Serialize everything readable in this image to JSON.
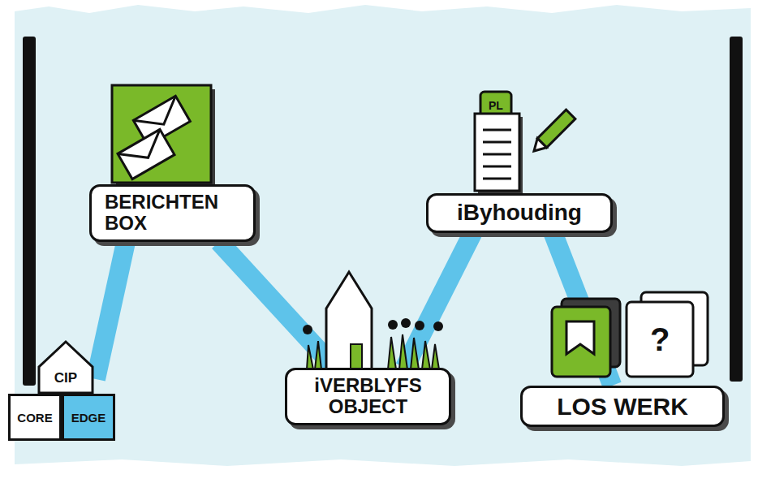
{
  "diagram": {
    "nodes": [
      {
        "text": [
          "CIP"
        ]
      },
      {
        "text": [
          "CORE"
        ]
      },
      {
        "text": [
          "EDGE"
        ]
      },
      {
        "text": [
          "BERICHTEN BOX"
        ]
      },
      {
        "text": [
          "iVERBLYFS OBJECT"
        ]
      },
      {
        "text": [
          "iByhouding"
        ]
      },
      {
        "text": [
          "LOS WERK"
        ]
      }
    ],
    "edges": [
      {
        "from": 0,
        "to": 3,
        "arrow": "none"
      },
      {
        "from": 3,
        "to": 4,
        "arrow": "none"
      },
      {
        "from": 4,
        "to": 5,
        "arrow": "none"
      },
      {
        "from": 5,
        "to": 6,
        "arrow": "none"
      }
    ],
    "labels": [
      "PL",
      "?"
    ]
  }
}
